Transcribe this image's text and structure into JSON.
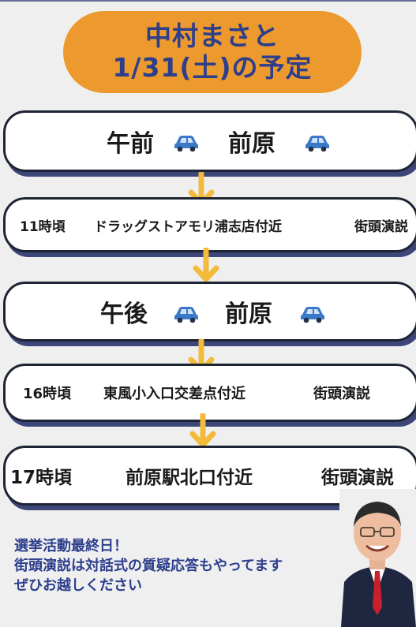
{
  "header": {
    "line1": "中村まさと",
    "line2": "1/31(土)の予定"
  },
  "schedule": [
    {
      "kind": "period",
      "label": "午前",
      "place": "前原",
      "icon": "car-icon"
    },
    {
      "kind": "event",
      "time": "11時頃",
      "location": "ドラッグストアモリ浦志店付近",
      "activity": "街頭演説"
    },
    {
      "kind": "period",
      "label": "午後",
      "place": "前原",
      "icon": "car-icon"
    },
    {
      "kind": "event",
      "time": "16時頃",
      "location": "東風小入口交差点付近",
      "activity": "街頭演説"
    },
    {
      "kind": "event",
      "time": "17時頃",
      "location": "前原駅北口付近",
      "activity": "街頭演説"
    }
  ],
  "footer": {
    "line1": "選挙活動最終日！",
    "line2": "街頭演説は対話式の質疑応答もやってます",
    "line3": "ぜひお越しください"
  },
  "colors": {
    "accent_orange": "#ec9a2e",
    "title_blue": "#2c3e8c",
    "arrow_yellow": "#f2bb3c",
    "card_shadow": "#3d4679"
  }
}
